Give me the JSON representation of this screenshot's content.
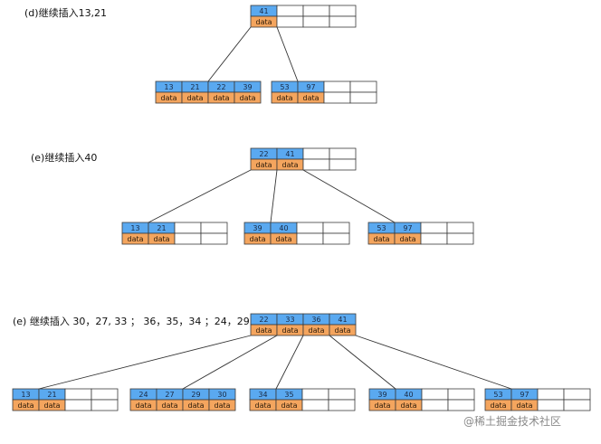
{
  "watermark": "@稀土掘金技术社区",
  "colors": {
    "key_fill": "#5aa9f0",
    "data_fill": "#f4a55e",
    "empty_fill": "#ffffff",
    "border": "#3a3a3a",
    "edge": "#333333"
  },
  "stages": [
    {
      "label": "(d)继续插入13,21",
      "root": {
        "keys": [
          "41"
        ],
        "slots": 4
      },
      "children": [
        {
          "keys": [
            "13",
            "21",
            "22",
            "39"
          ],
          "slots": 4
        },
        {
          "keys": [
            "53",
            "97"
          ],
          "slots": 4
        }
      ]
    },
    {
      "label": "(e)继续插入40",
      "root": {
        "keys": [
          "22",
          "41"
        ],
        "slots": 4
      },
      "children": [
        {
          "keys": [
            "13",
            "21"
          ],
          "slots": 4
        },
        {
          "keys": [
            "39",
            "40"
          ],
          "slots": 4
        },
        {
          "keys": [
            "53",
            "97"
          ],
          "slots": 4
        }
      ]
    },
    {
      "label": "(e) 继续插入 30，27, 33 ； 36，35，34 ；24，29",
      "root": {
        "keys": [
          "22",
          "33",
          "36",
          "41"
        ],
        "slots": 4
      },
      "children": [
        {
          "keys": [
            "13",
            "21"
          ],
          "slots": 4
        },
        {
          "keys": [
            "24",
            "27",
            "29",
            "30"
          ],
          "slots": 4
        },
        {
          "keys": [
            "34",
            "35"
          ],
          "slots": 4
        },
        {
          "keys": [
            "39",
            "40"
          ],
          "slots": 4
        },
        {
          "keys": [
            "53",
            "97"
          ],
          "slots": 4
        }
      ]
    }
  ],
  "data_label": "data"
}
